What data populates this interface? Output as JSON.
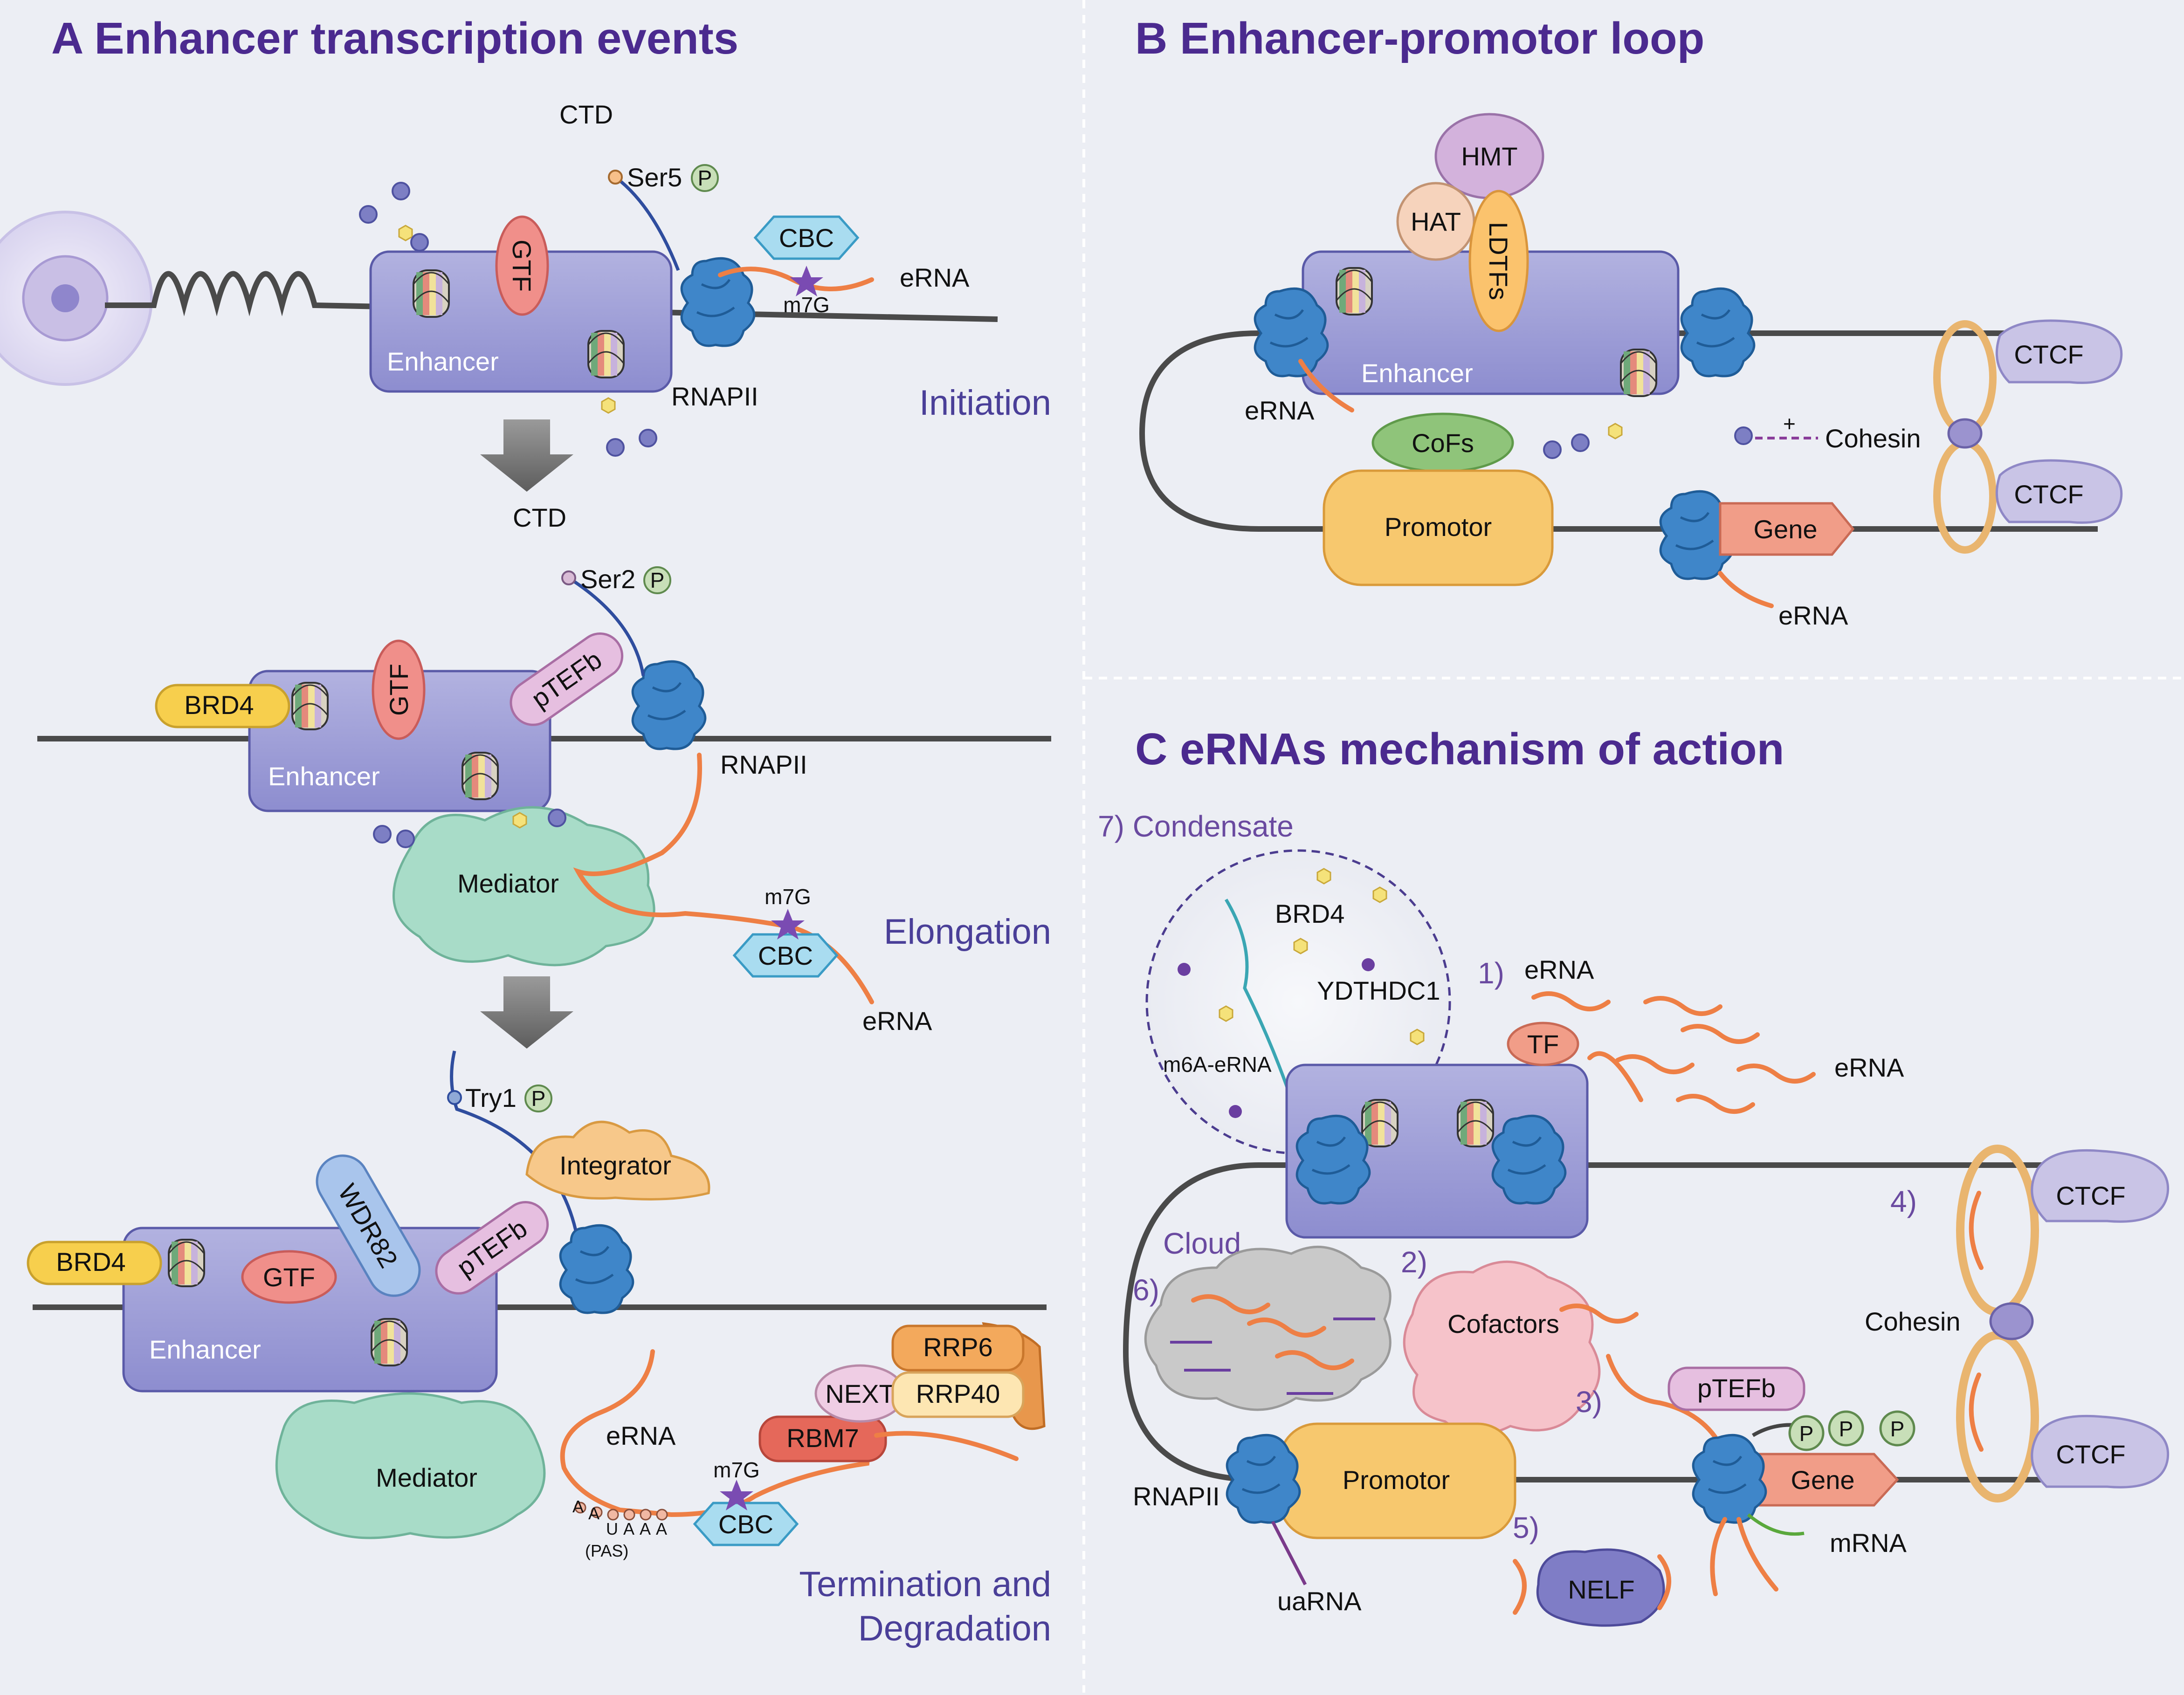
{
  "panels": {
    "a": {
      "title": "A Enhancer transcription events"
    },
    "b": {
      "title": "B Enhancer-promotor loop"
    },
    "c": {
      "title": "C eRNAs mechanism of action"
    }
  },
  "stages": {
    "initiation": "Initiation",
    "elongation": "Elongation",
    "termination_line1": "Termination and",
    "termination_line2": "Degradation"
  },
  "labels": {
    "ctd": "CTD",
    "ser5": "Ser5",
    "ser2": "Ser2",
    "try1": "Try1",
    "p": "P",
    "cbc": "CBC",
    "m7g": "m7G",
    "erna": "eRNA",
    "gtf": "GTF",
    "enhancer": "Enhancer",
    "rnapii": "RNAPII",
    "brd4": "BRD4",
    "ptefb": "pTEFb",
    "mediator": "Mediator",
    "integrator": "Integrator",
    "wdr82": "WDR82",
    "next": "NEXT",
    "rrp6": "RRP6",
    "rrp40": "RRP40",
    "rbm7": "RBM7",
    "pas": "(PAS)",
    "polya": [
      "A",
      "A",
      "U",
      "A",
      "A",
      "A"
    ],
    "hmt": "HMT",
    "hat": "HAT",
    "ldtfs": "LDTFs",
    "cofs": "CoFs",
    "promotor": "Promotor",
    "gene": "Gene",
    "ctcf": "CTCF",
    "cohesin": "Cohesin",
    "plus": "+",
    "tf": "TF",
    "cofactors": "Cofactors",
    "nelf": "NELF",
    "mrna": "mRNA",
    "uarna": "uaRNA",
    "ydthdc1": "YDTHDC1",
    "m6a_erna": "m6A-eRNA",
    "cloud": "Cloud"
  },
  "mechanisms": {
    "m1": "1)",
    "m2": "2)",
    "m3": "3)",
    "m4": "4)",
    "m5": "5)",
    "m6": "6)",
    "m7": "7) Condensate"
  },
  "colors": {
    "title": "#4b2a8f",
    "enhancer_box": "#9f9fd6",
    "rnapii": "#3f86c9",
    "erna": "#ee7f45",
    "mediator": "#a8dcc8",
    "promotor": "#f7c86e",
    "ctcf": "#c9c4e6",
    "cohesin_ring": "#e9b56f"
  }
}
